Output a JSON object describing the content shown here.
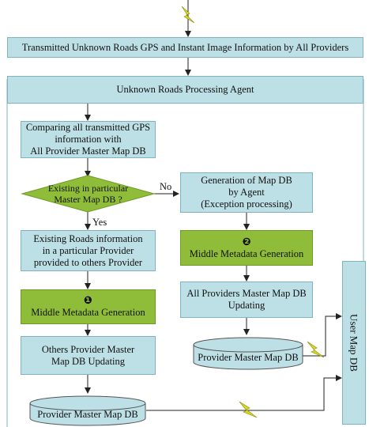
{
  "top_bar": "Transmitted Unknown Roads GPS and Instant Image Information by All Providers",
  "agent_bar": "Unknown Roads Processing Agent",
  "compare_box": "Comparing all transmitted GPS information with\nAll Provider Master Map DB",
  "decision": "Existing in particular\nMaster Map DB ?",
  "label_no": "No",
  "label_yes": "Yes",
  "generation_box": "Generation of Map DB\nby Agent\n(Exception processing)",
  "existing_box": "Existing Roads information\nin a particular Provider\nprovided to others Provider",
  "meta1": {
    "number": "❶",
    "label": "Middle Metadata Generation"
  },
  "meta2": {
    "number": "❷",
    "label": "Middle Metadata Generation"
  },
  "all_update_box": "All Providers Master Map DB\nUpdating",
  "others_update_box": "Others Provider Master\nMap DB Updating",
  "db_right": "Provider Master Map DB",
  "db_bottom": "Provider Master Map DB",
  "user_db": "User Map DB",
  "colors": {
    "box_fill": "#bde0e6",
    "green_fill": "#8fbd3a",
    "line": "#222222",
    "bolt": "#d8d820"
  }
}
